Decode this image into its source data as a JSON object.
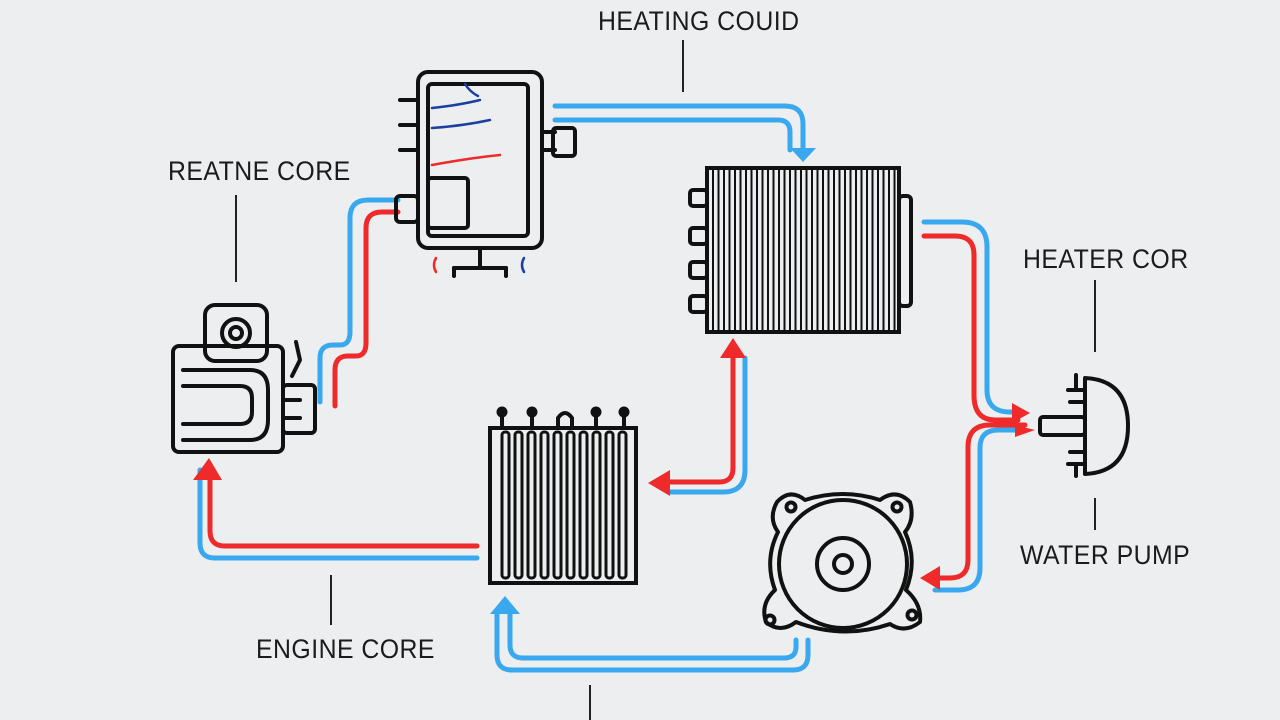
{
  "labels": {
    "heating_could": "HEATING COUID",
    "reatne_core": "REATNE CORE",
    "heater_core": "HEATER COR",
    "water_pump": "WATER PUMP",
    "engine_core": "ENGINE CORE"
  },
  "colors": {
    "background": "#eceeef",
    "line": "#111111",
    "hot": "#ee2a2a",
    "cold": "#3aa8ee"
  },
  "icons": [
    "control-unit-icon",
    "heater-core-radiator-icon",
    "engine-block-icon",
    "small-radiator-icon",
    "water-pump-icon",
    "valve-connector-icon"
  ]
}
